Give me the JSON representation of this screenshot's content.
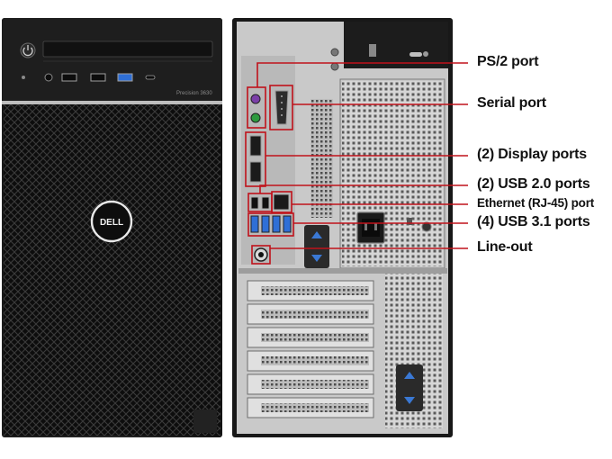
{
  "front": {
    "model_text": "Precision 3630",
    "logo_text": "DELL"
  },
  "callouts": [
    {
      "id": "ps2",
      "label": "PS/2 port"
    },
    {
      "id": "serial",
      "label": "Serial port"
    },
    {
      "id": "display",
      "label": "(2) Display ports"
    },
    {
      "id": "usb2",
      "label": "(2) USB 2.0 ports"
    },
    {
      "id": "ethernet",
      "label": "Ethernet (RJ-45) port"
    },
    {
      "id": "usb31",
      "label": "(4) USB 3.1 ports"
    },
    {
      "id": "lineout",
      "label": "Line-out"
    }
  ],
  "colors": {
    "callout_red": "#c0121b",
    "chassis_black": "#151515",
    "usb3_blue": "#2f6fd6",
    "panel_silver": "#c8c8c8"
  }
}
